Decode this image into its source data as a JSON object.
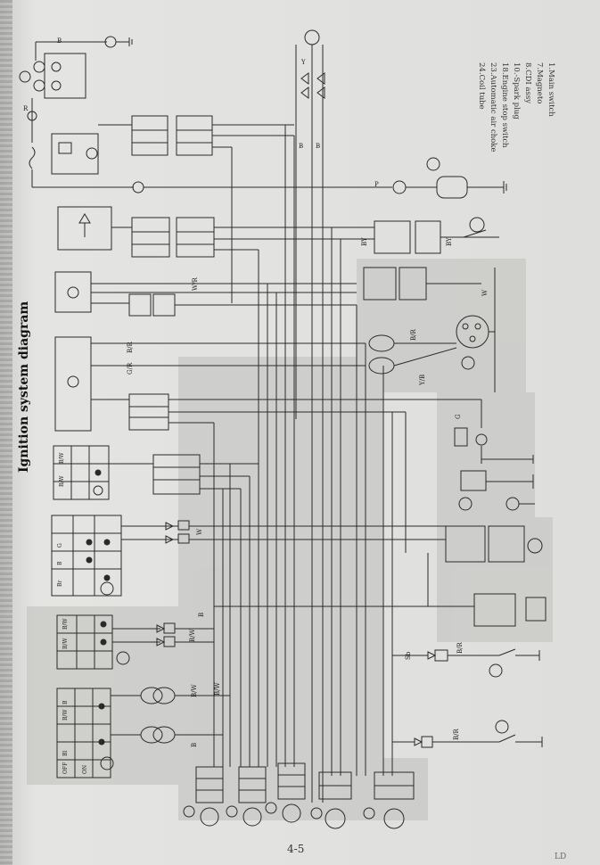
{
  "title": "Ignition system diagram",
  "page_number": "4-5",
  "legend": [
    "1.Main switch",
    "7.Magneto",
    "8.CDI assy",
    "10.-Spark plug",
    "18.Engine stop switch",
    "23.Automatic air choke",
    "24.Coil tube"
  ],
  "wire_labels": {
    "w1": "B",
    "w2": "R",
    "w3": "Y",
    "w4": "B",
    "w5": "B",
    "w6": "P",
    "w7": "BY",
    "w8": "BY",
    "w9": "W/R",
    "w10": "B/R",
    "w11": "G/R",
    "w12": "G",
    "w13": "B/R",
    "w14": "Y/B",
    "w15": "W",
    "w16": "B",
    "w17": "B/W",
    "w18": "B/W",
    "w19": "B",
    "w20": "Sb",
    "w21": "B/R",
    "w22": "B/R",
    "w23": "W",
    "w24": "B/W"
  },
  "switch_table_headers": {
    "t1": [
      "B/W",
      "B/W"
    ],
    "t2": [
      "G",
      "B",
      "Br"
    ],
    "t3": [
      "B/W",
      "B/W"
    ],
    "t4": [
      "B/W",
      "B",
      "Bl",
      "OFF",
      "ON"
    ]
  },
  "corner_mark": "LD"
}
